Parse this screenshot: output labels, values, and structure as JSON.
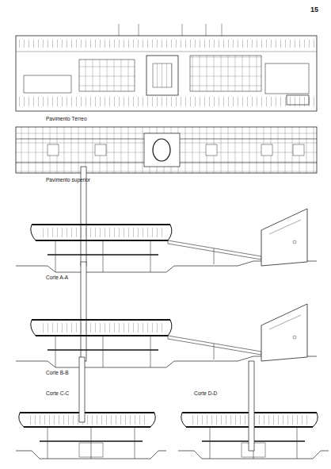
{
  "diagram": {
    "labels": [
      "15",
      "Pavimento Térreo",
      "Pavimento superior",
      "Corte A-A",
      "Corte B-B",
      "Corte C-C",
      "Corte D-D"
    ]
  }
}
